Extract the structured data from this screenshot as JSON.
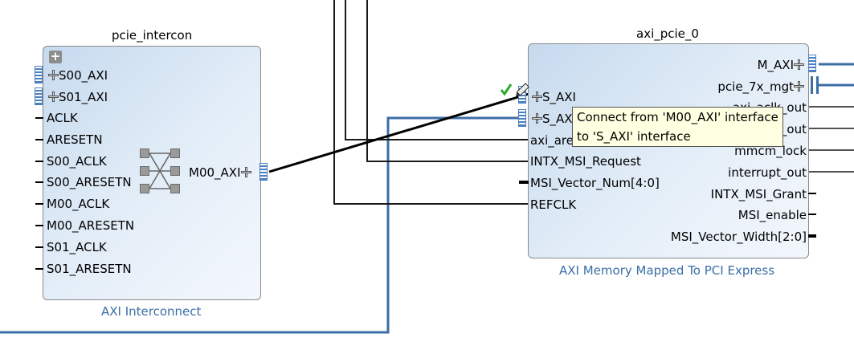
{
  "blocks": {
    "pcie_intercon": {
      "instance_name": "pcie_intercon",
      "ip_name": "AXI Interconnect",
      "expand_symbol": "+",
      "interface_ports": [
        "S00_AXI",
        "S01_AXI"
      ],
      "ports": [
        "ACLK",
        "ARESETN",
        "S00_ACLK",
        "S00_ARESETN",
        "M00_ACLK",
        "M00_ARESETN",
        "S01_ACLK",
        "S01_ARESETN"
      ],
      "master_port": "M00_AXI"
    },
    "axi_pcie_0": {
      "instance_name": "axi_pcie_0",
      "ip_name": "AXI Memory Mapped To PCI Express",
      "left_ports": [
        "S_AXI",
        "S_AXI_CTL",
        "axi_aresetn",
        "INTX_MSI_Request",
        "MSI_Vector_Num[4:0]",
        "REFCLK"
      ],
      "right_ports": [
        "M_AXI",
        "pcie_7x_mgt",
        "axi_aclk_out",
        "axi_ctl_aclk_out",
        "mmcm_lock",
        "interrupt_out",
        "INTX_MSI_Grant",
        "MSI_enable",
        "MSI_Vector_Width[2:0]"
      ]
    }
  },
  "tooltip": {
    "line1": "Connect from 'M00_AXI' interface",
    "line2": "to 'S_AXI' interface"
  },
  "cursor": {
    "icon": "pencil-icon",
    "valid_indicator": "checkmark-icon"
  },
  "colors": {
    "wire": "#1a1a1a",
    "bus": "#3b6ea5",
    "subtitle": "#3b6ea5",
    "accent": "#2eaa2e"
  }
}
